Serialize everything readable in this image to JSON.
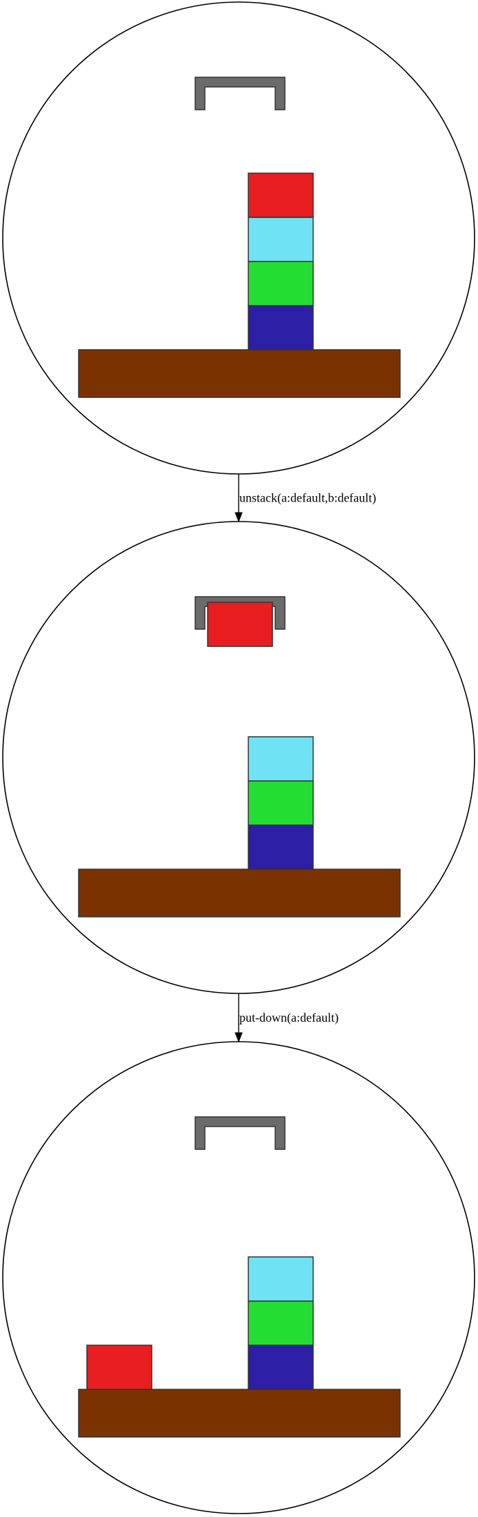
{
  "colors": {
    "a": "#e81e21",
    "b": "#6fe3f4",
    "c": "#24dd33",
    "d": "#2c1fa6",
    "table": "#7a3300",
    "gripper": "#6b6b6b"
  },
  "icons": {
    "gripper": "gripper-icon",
    "table": "table-surface",
    "block": "block-square"
  },
  "states": [
    {
      "id": "state-1",
      "holding": null,
      "stacks": [
        {
          "column": "right",
          "blocks": [
            "d",
            "c",
            "b",
            "a"
          ]
        }
      ]
    },
    {
      "id": "state-2",
      "holding": "a",
      "stacks": [
        {
          "column": "right",
          "blocks": [
            "d",
            "c",
            "b"
          ]
        }
      ]
    },
    {
      "id": "state-3",
      "holding": null,
      "stacks": [
        {
          "column": "left",
          "blocks": [
            "a"
          ]
        },
        {
          "column": "right",
          "blocks": [
            "d",
            "c",
            "b"
          ]
        }
      ]
    }
  ],
  "transitions": [
    {
      "from": "state-1",
      "to": "state-2",
      "label": "unstack(a:default,b:default)"
    },
    {
      "from": "state-2",
      "to": "state-3",
      "label": "put-down(a:default)"
    }
  ]
}
